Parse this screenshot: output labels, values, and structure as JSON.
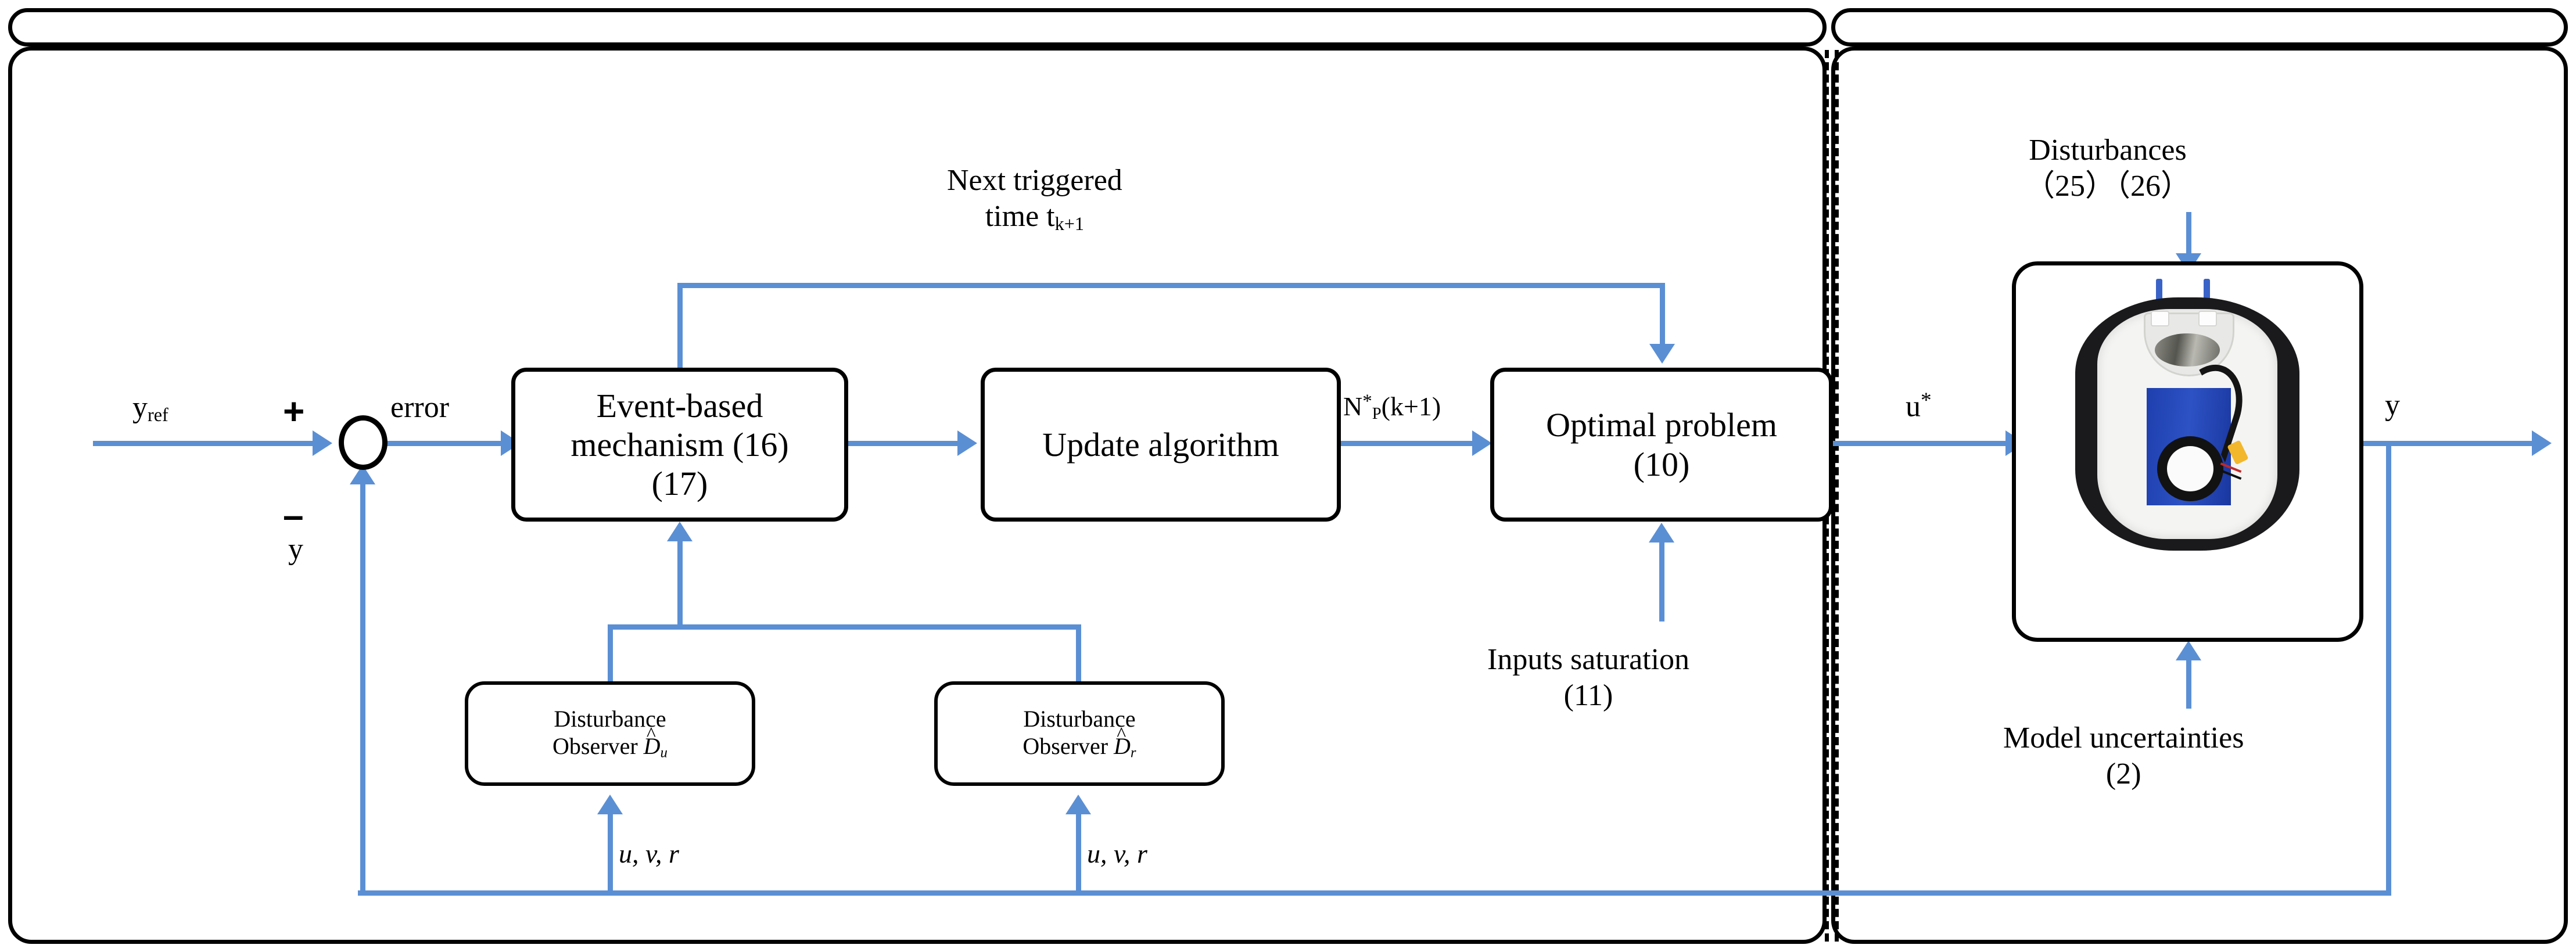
{
  "diagram": {
    "title": "Event-triggered disturbance-observer-based MPC block diagram",
    "colors": {
      "signal_line": "#5B8FD4",
      "block_border": "#000000",
      "background": "#FFFFFF"
    }
  },
  "frames": {
    "header_left_label": "",
    "header_right_label": "",
    "controller_panel_label": "",
    "plant_panel_label": ""
  },
  "signals": {
    "reference": "y",
    "reference_sub": "ref",
    "error": "error",
    "feedback_left": "y",
    "plant_output": "y",
    "control_input": "u",
    "control_input_sup": "*",
    "update_horizon": "N",
    "update_horizon_sup": "*",
    "update_horizon_sub": "P",
    "update_horizon_arg": "(k+1)",
    "plus_sign": "+",
    "minus_sign": "–",
    "states_left": "u, v, r",
    "states_right": "u, v, r"
  },
  "labels": {
    "next_trigger_line1": "Next triggered",
    "next_trigger_line2_pre": "time t",
    "next_trigger_line2_sub": "k+1",
    "inputs_saturation_line1": "Inputs saturation",
    "inputs_saturation_line2": "(11)",
    "disturbances_line1": "Disturbances",
    "disturbances_line2": "（25）（26）",
    "model_uncertainties_line1": "Model uncertainties",
    "model_uncertainties_line2": "(2)"
  },
  "blocks": [
    {
      "id": "event-based-mechanism",
      "line1": "Event-based",
      "line2": "mechanism (16)",
      "line3": "(17)"
    },
    {
      "id": "update-algorithm",
      "line1": "Update algorithm"
    },
    {
      "id": "optimal-problem",
      "line1": "Optimal problem",
      "line2": "(10)"
    },
    {
      "id": "disturbance-observer-u",
      "line1": "Disturbance",
      "line2_pre": "Observer ",
      "symbol": "D",
      "symbol_hat": "^",
      "symbol_sub": "u"
    },
    {
      "id": "disturbance-observer-r",
      "line1": "Disturbance",
      "line2_pre": "Observer  ",
      "symbol": "D",
      "symbol_hat": "^",
      "symbol_sub": "r"
    }
  ],
  "plant": {
    "photo_alt": "unmanned surface vessel",
    "inner_box_label": ""
  }
}
